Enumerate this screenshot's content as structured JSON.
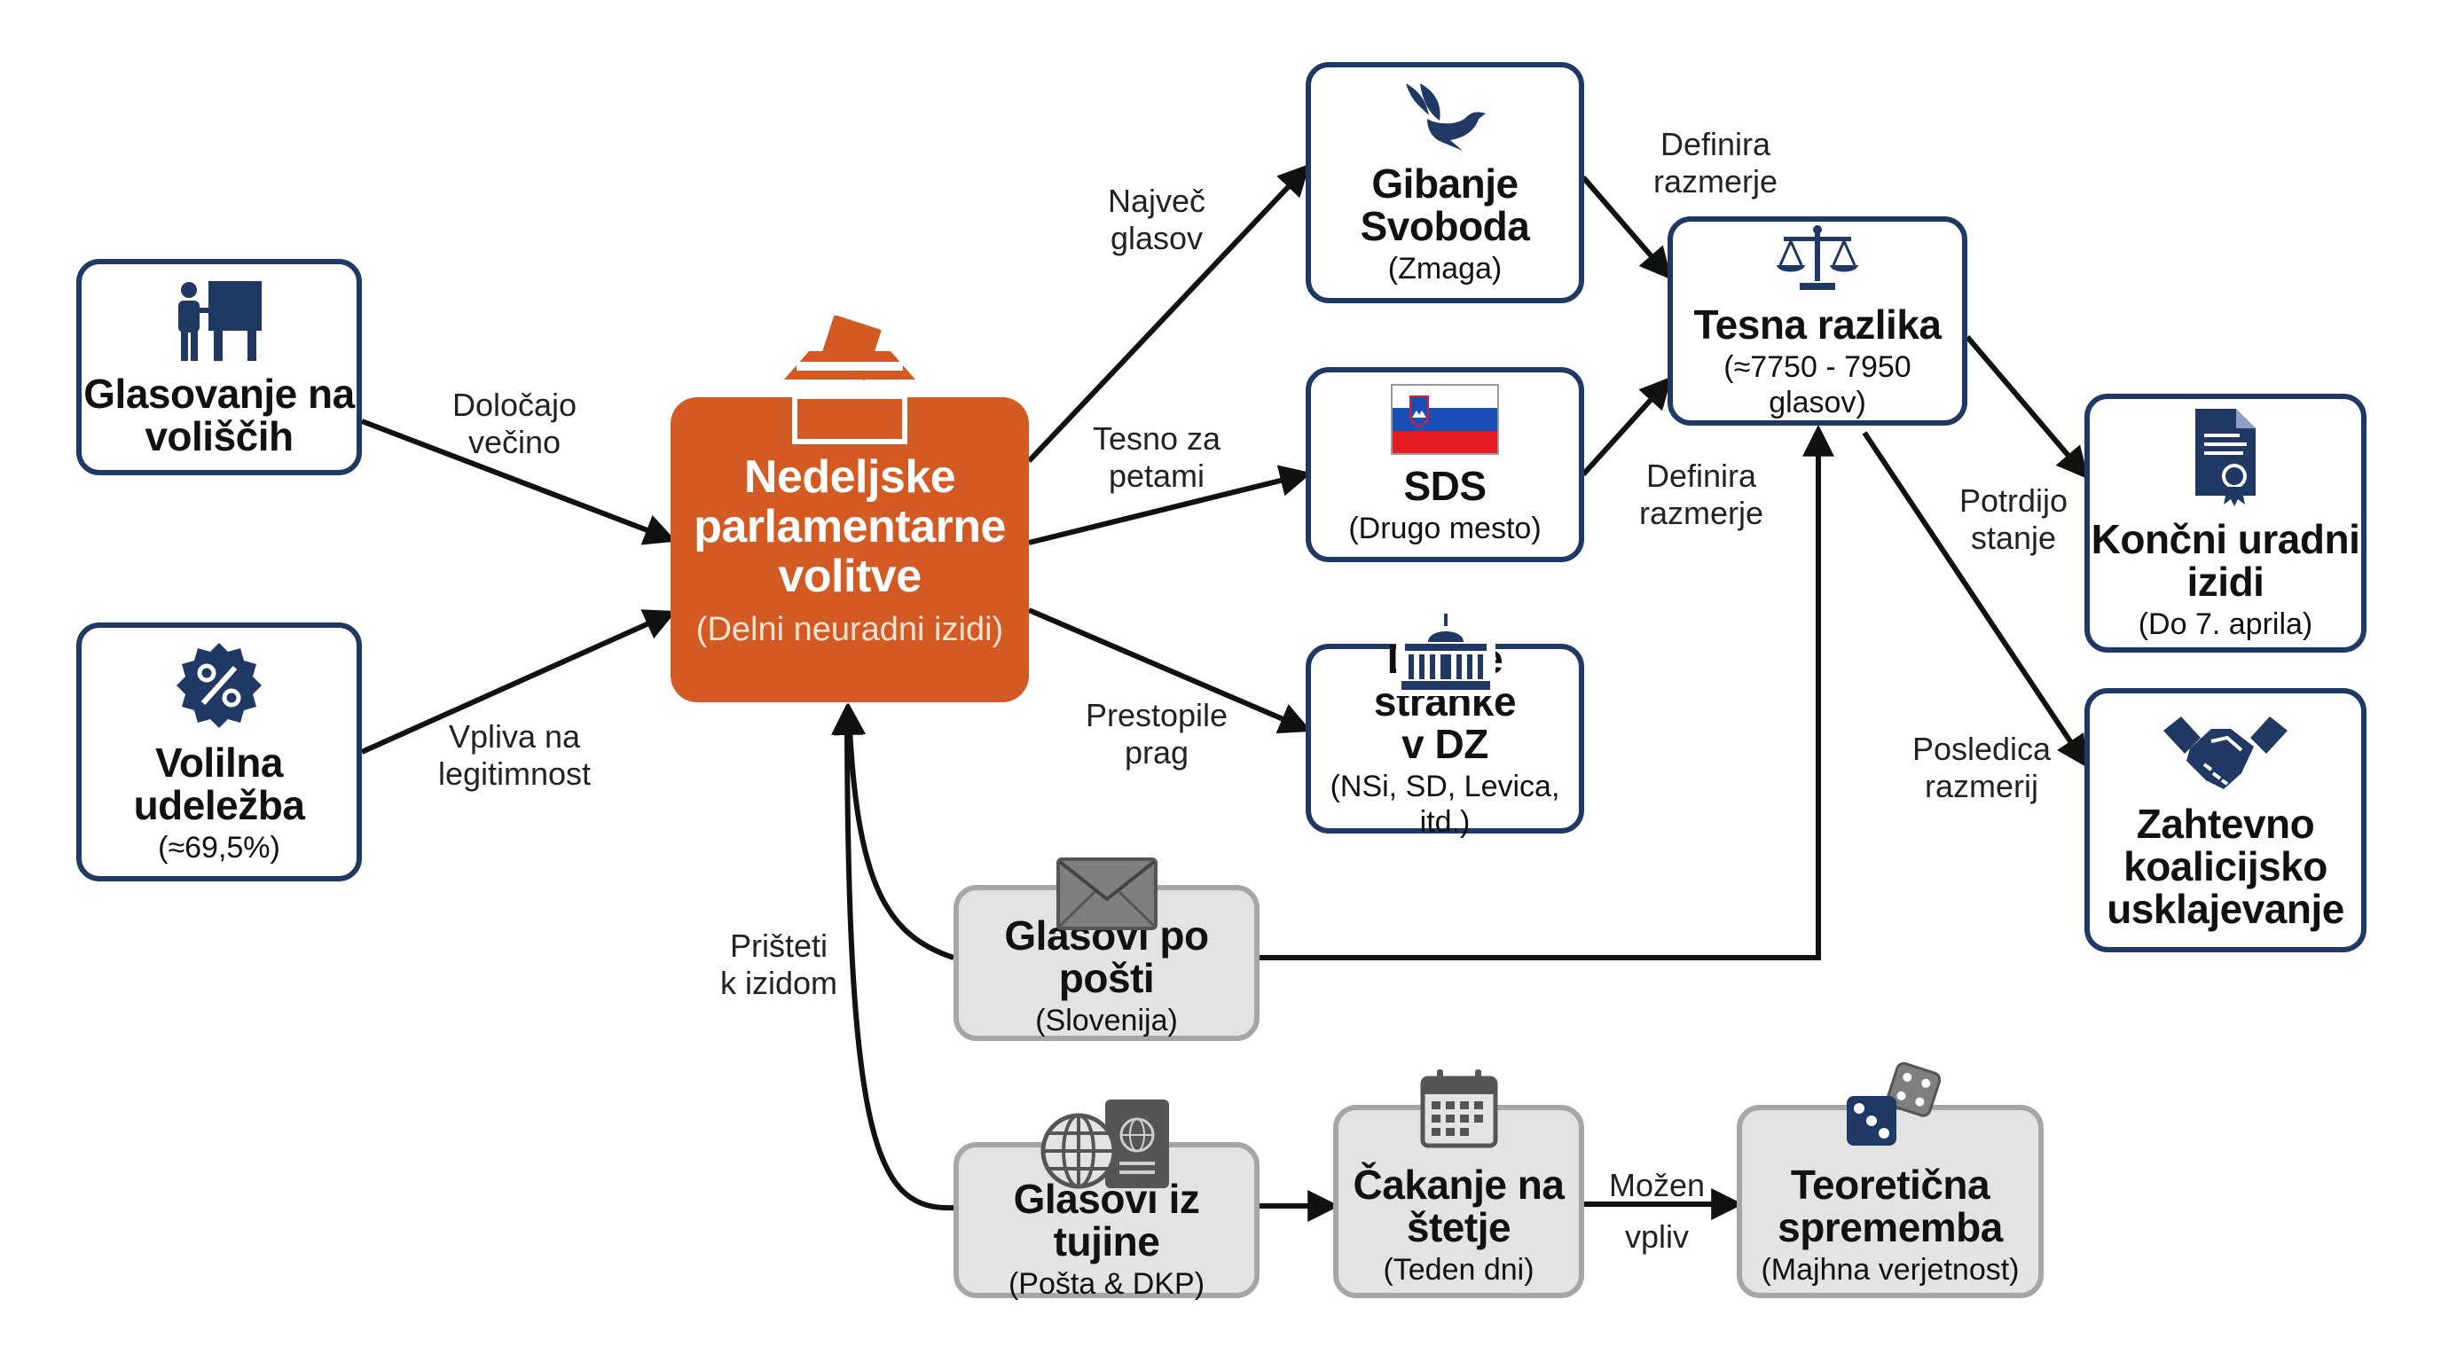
{
  "colors": {
    "navy": "#1f3864",
    "orange": "#d35a23",
    "gray_fill": "#e3e3e3",
    "gray_border": "#a6a6a6",
    "arrow": "#111111"
  },
  "nodes": {
    "voting": {
      "title": "Glasovanje na\nvoliščih",
      "icon": "polling-booth-icon"
    },
    "turnout": {
      "title": "Volilna\nudeležba",
      "sub": "(≈69,5%)",
      "icon": "percent-badge-icon"
    },
    "election": {
      "title": "Nedeljske\nparlamentarne\nvolitve",
      "sub": "(Delni neuradni izidi)",
      "icon": "ballot-box-icon"
    },
    "gs": {
      "title": "Gibanje\nSvoboda",
      "sub": "(Zmaga)",
      "icon": "dove-icon"
    },
    "sds": {
      "title": "SDS",
      "sub": "(Drugo mesto)",
      "icon": "slovenia-flag-icon"
    },
    "others": {
      "title": "Druge stranke\nv DZ",
      "sub": "(NSi, SD, Levica, itd.)",
      "icon": "parliament-icon"
    },
    "close_margin": {
      "title": "Tesna razlika",
      "sub": "(≈7750 - 7950 glasov)",
      "icon": "scales-icon"
    },
    "final": {
      "title": "Končni uradni\nizidi",
      "sub": "(Do 7. aprila)",
      "icon": "certificate-icon"
    },
    "coalition": {
      "title": "Zahtevno\nkoalicijsko\nusklajevanje",
      "icon": "handshake-icon"
    },
    "mail": {
      "title": "Glasovi po pošti",
      "sub": "(Slovenija)",
      "icon": "envelope-icon"
    },
    "abroad": {
      "title": "Glasovi iz tujine",
      "sub": "(Pošta & DKP)",
      "icon": "globe-passport-icon"
    },
    "waiting": {
      "title": "Čakanje na\nštetje",
      "sub": "(Teden dni)",
      "icon": "calendar-icon"
    },
    "theoretical": {
      "title": "Teoretična\nsprememba",
      "sub": "(Majhna verjetnost)",
      "icon": "dice-icon"
    }
  },
  "edges": {
    "voting_election": "Določajo\nvečino",
    "turnout_election": "Vpliva na\nlegitimnost",
    "election_gs": "Največ\nglasov",
    "election_sds": "Tesno za\npetami",
    "election_others": "Prestopile\nprag",
    "gs_close": "Definira\nrazmerje",
    "sds_close": "Definira\nrazmerje",
    "close_final": "Potrdijo\nstanje",
    "close_coalition": "Posledica\nrazmerij",
    "to_election": "Prišteti\nk izidom",
    "waiting_theoretical": "Možen\nvpliv"
  }
}
